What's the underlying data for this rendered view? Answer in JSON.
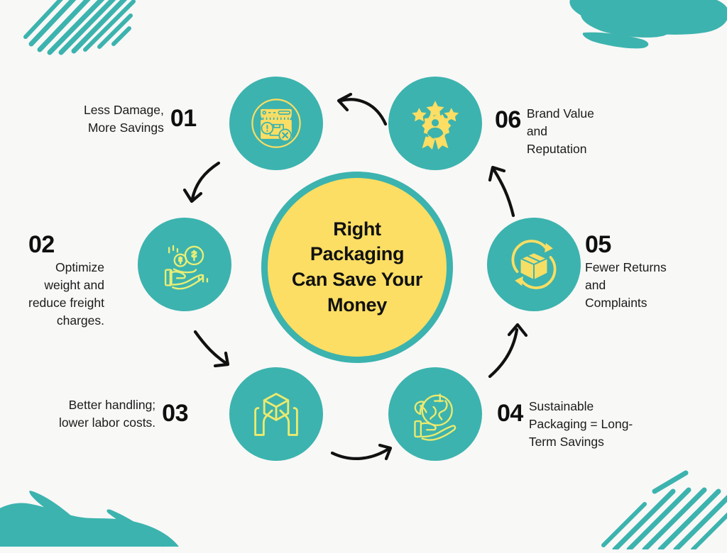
{
  "theme": {
    "background": "#f8f8f7",
    "teal": "#3cb3ae",
    "yellow": "#fbde63",
    "ink": "#111111"
  },
  "center": {
    "title": "Right\nPackaging\nCan Save Your\nMoney"
  },
  "steps": [
    {
      "number": "01",
      "text": "Less Damage,\nMore Savings",
      "icon": "damaged-package-browser-icon",
      "side": "left"
    },
    {
      "number": "02",
      "text": "Optimize\nweight and\nreduce freight\ncharges.",
      "icon": "hand-holding-coins-icon",
      "side": "left"
    },
    {
      "number": "03",
      "text": "Better handling;\nlower labor costs.",
      "icon": "hands-holding-box-icon",
      "side": "left"
    },
    {
      "number": "04",
      "text": "Sustainable\nPackaging = Long-\nTerm Savings",
      "icon": "hand-holding-eco-globe-icon",
      "side": "right"
    },
    {
      "number": "05",
      "text": " Fewer Returns\nand\nComplaints",
      "icon": "package-return-arrows-icon",
      "side": "right"
    },
    {
      "number": "06",
      "text": "Brand Value\nand\nReputation",
      "icon": "award-badge-person-stars-icon",
      "side": "right"
    }
  ],
  "decorations": [
    {
      "name": "diagonal-stripes-top-left"
    },
    {
      "name": "brush-stroke-top-right"
    },
    {
      "name": "brush-stroke-bottom-left"
    },
    {
      "name": "diagonal-stripes-bottom-right"
    }
  ],
  "arrows": [
    {
      "name": "arrow-06-to-01"
    },
    {
      "name": "arrow-01-to-02"
    },
    {
      "name": "arrow-02-to-03"
    },
    {
      "name": "arrow-03-to-04"
    },
    {
      "name": "arrow-04-to-05"
    },
    {
      "name": "arrow-05-to-06"
    }
  ]
}
